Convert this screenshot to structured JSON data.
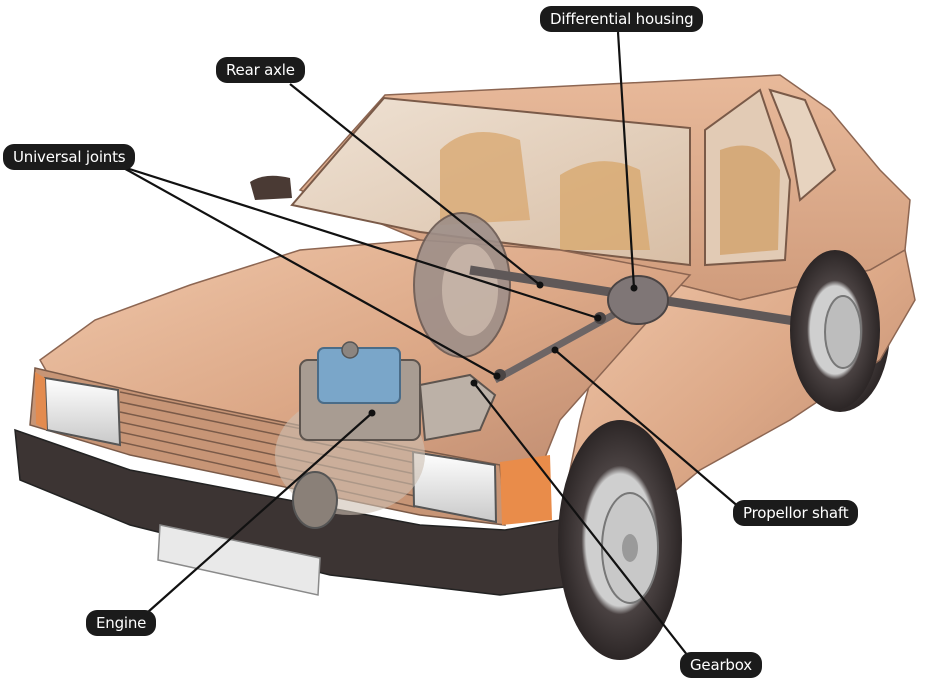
{
  "labels": {
    "differential_housing": "Differential housing",
    "rear_axle": "Rear axle",
    "universal_joints": "Universal joints",
    "propellor_shaft": "Propellor shaft",
    "engine": "Engine",
    "gearbox": "Gearbox"
  },
  "colors": {
    "body": "#d9a585",
    "body_shadow": "#b9836a",
    "bumper": "#3c3433",
    "label_bg": "#1b1b1b",
    "label_text": "#ffffff",
    "engine_blue": "#7aa6c9",
    "tyre": "#3a3535"
  }
}
